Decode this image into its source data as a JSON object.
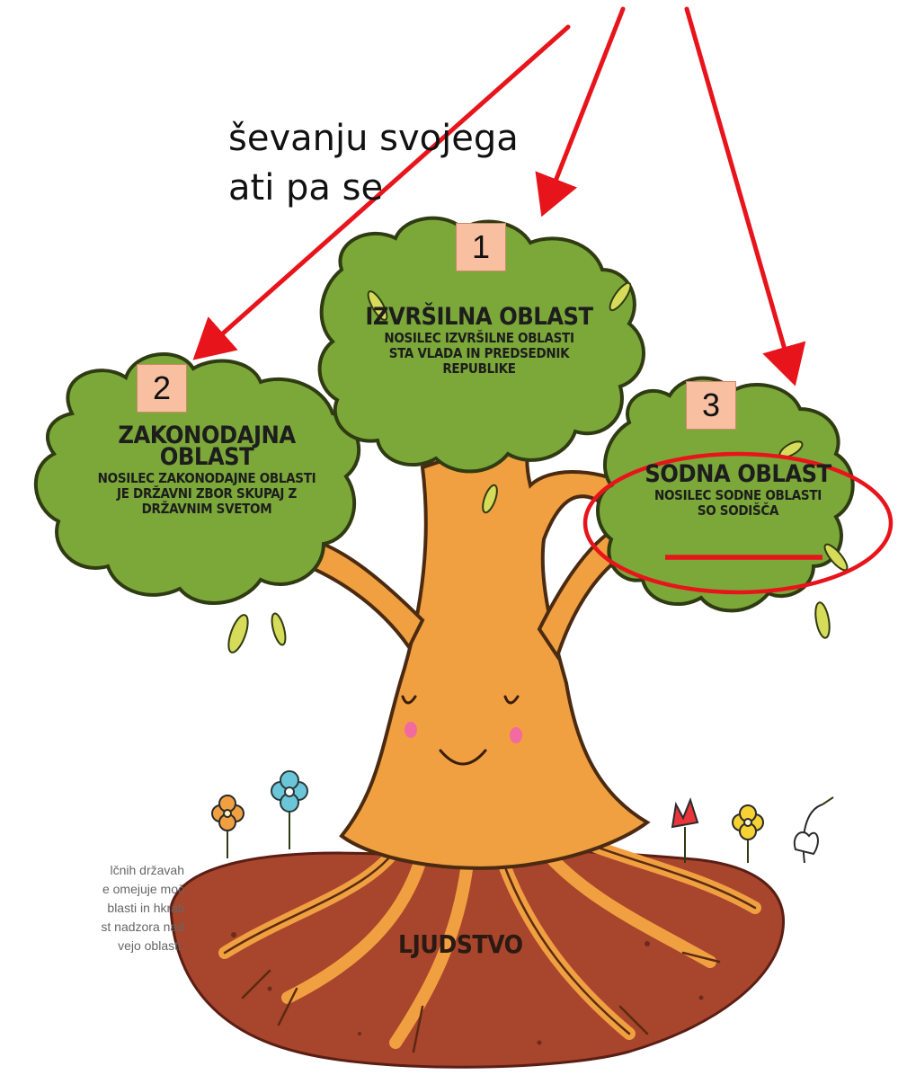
{
  "heading": {
    "line1_fragment": "ševanju svojega",
    "line2_fragment": "ati pa se"
  },
  "branches": [
    {
      "number": "1",
      "title": "IZVRŠILNA OBLAST",
      "desc": [
        "NOSILEC IZVRŠILNE OBLASTI",
        "STA VLADA IN PREDSEDNIK",
        "REPUBLIKE"
      ]
    },
    {
      "number": "2",
      "title": [
        "ZAKONODAJNA",
        "OBLAST"
      ],
      "desc": [
        "NOSILEC ZAKONODAJNE OBLASTI",
        "JE DRŽAVNI ZBOR SKUPAJ Z",
        "DRŽAVNIM SVETOM"
      ]
    },
    {
      "number": "3",
      "title": "SODNA OBLAST",
      "desc": [
        "NOSILEC SODNE OBLASTI",
        "SO SODIŠČA"
      ]
    }
  ],
  "roots_label": "LJUDSTVO",
  "side_note": [
    "lčnih državah",
    "e omejuje moč",
    "blasti in hkrati",
    "st nadzora nad",
    "vejo oblasti."
  ],
  "colors": {
    "annotation": "#e8141b",
    "foliage": "#7ca83a",
    "trunk": "#f0a040",
    "soil": "#a8452d",
    "badge": "#f8c0a0"
  }
}
